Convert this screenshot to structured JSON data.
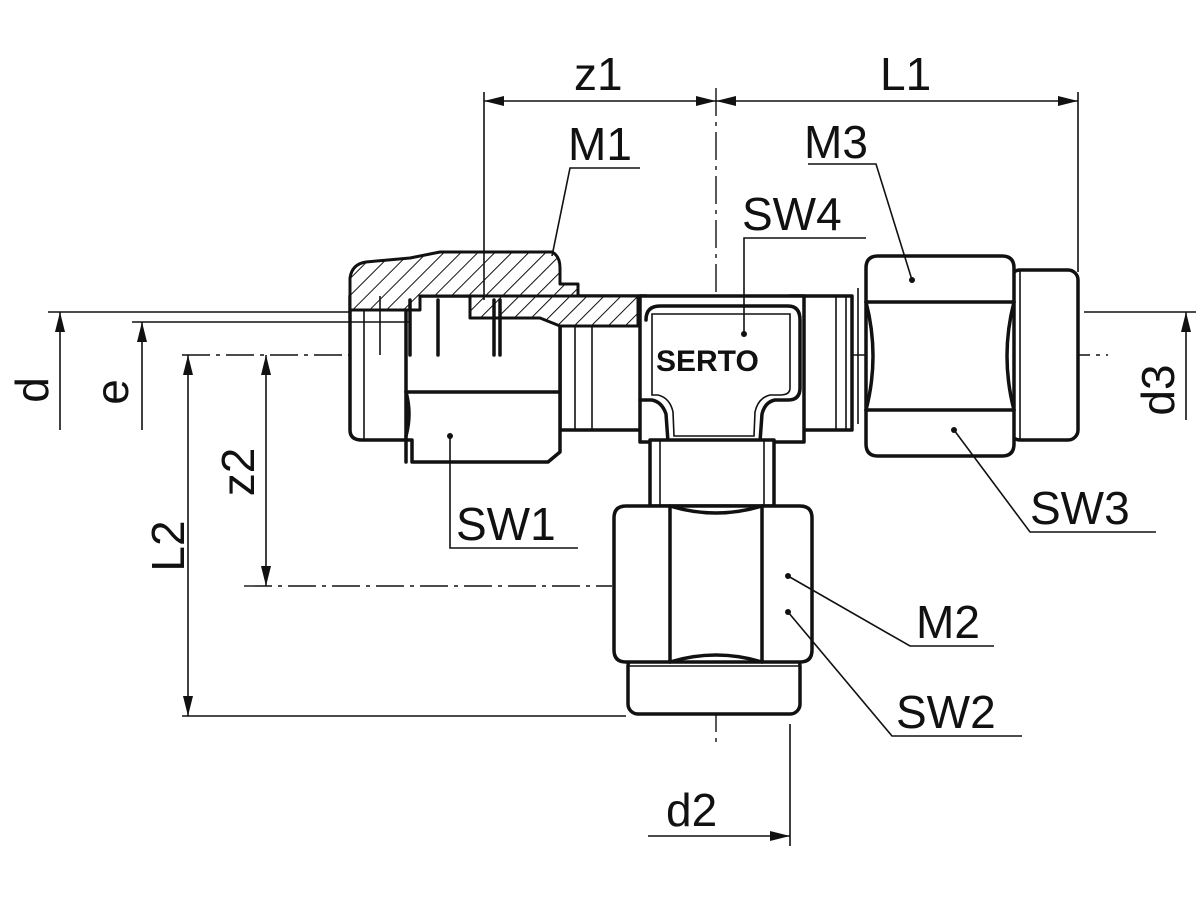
{
  "labels": {
    "z1": "z1",
    "L1": "L1",
    "M1": "M1",
    "M3": "M3",
    "SW4": "SW4",
    "brand": "SERTO",
    "d": "d",
    "e": "e",
    "d3": "d3",
    "z2": "z2",
    "L2": "L2",
    "SW1": "SW1",
    "SW3": "SW3",
    "M2": "M2",
    "SW2": "SW2",
    "d2": "d2"
  },
  "colors": {
    "line": "#111111",
    "background": "#ffffff"
  }
}
